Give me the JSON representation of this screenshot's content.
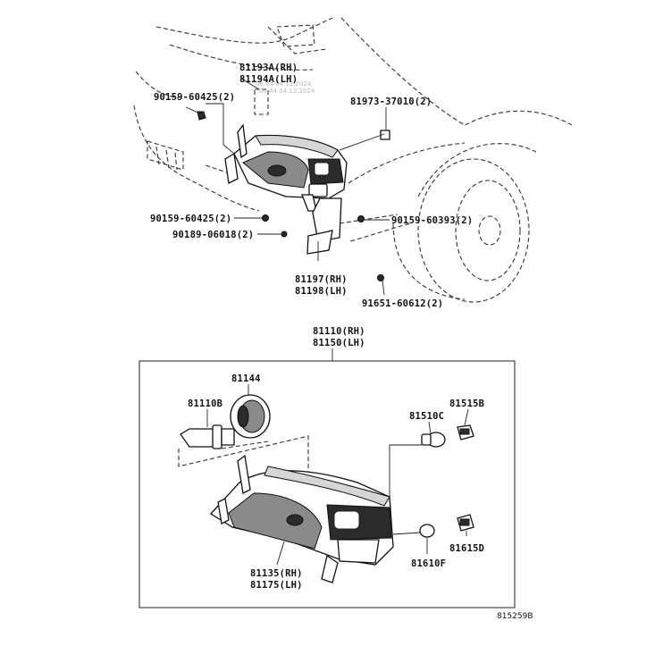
{
  "stamp": {
    "line1": "06.44 04.12.2024",
    "line2": "06.44 04.12.2024"
  },
  "labels": {
    "l81193": "81193A(RH)",
    "l81194": "81194A(LH)",
    "l90159a": "90159-60425(2)",
    "l81973": "81973-37010(2)",
    "l90159b": "90159-60425(2)",
    "l90159c": "90159-60393(2)",
    "l90189": "90189-06018(2)",
    "l81197": "81197(RH)",
    "l81198": "81198(LH)",
    "l91651": "91651-60612(2)",
    "l81110": "81110(RH)",
    "l81150": "81150(LH)",
    "l81144": "81144",
    "l81110b": "81110B",
    "l81515b": "81515B",
    "l81510c": "81510C",
    "l81135": "81135(RH)",
    "l81175": "81175(LH)",
    "l81615d": "81615D",
    "l81610f": "81610F"
  },
  "figure_number": "815259B"
}
